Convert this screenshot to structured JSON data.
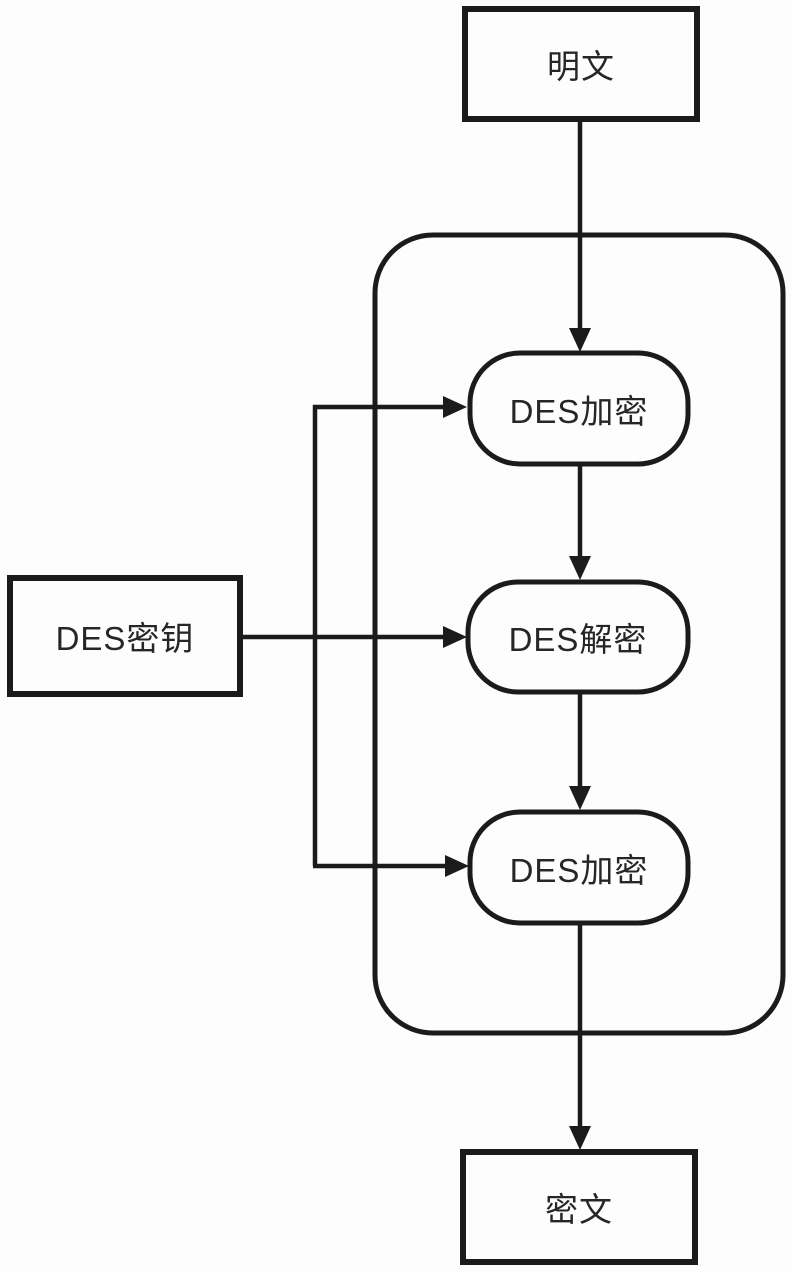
{
  "diagram": {
    "kind": "flowchart",
    "colors": {
      "stroke": "#1b1b1b",
      "text": "#262626",
      "background": "#fdfdfd"
    },
    "nodes": {
      "plaintext": {
        "label": "明文",
        "shape": "rectangle"
      },
      "des_key": {
        "label": "DES密钥",
        "shape": "rectangle"
      },
      "des_encrypt_1": {
        "label": "DES加密",
        "shape": "rounded"
      },
      "des_decrypt": {
        "label": "DES解密",
        "shape": "rounded"
      },
      "des_encrypt_2": {
        "label": "DES加密",
        "shape": "rounded"
      },
      "ciphertext": {
        "label": "密文",
        "shape": "rectangle"
      }
    },
    "container": {
      "contains": [
        "des_encrypt_1",
        "des_decrypt",
        "des_encrypt_2"
      ]
    },
    "edges": [
      {
        "from": "plaintext",
        "to": "des_encrypt_1"
      },
      {
        "from": "des_encrypt_1",
        "to": "des_decrypt"
      },
      {
        "from": "des_decrypt",
        "to": "des_encrypt_2"
      },
      {
        "from": "des_encrypt_2",
        "to": "ciphertext"
      },
      {
        "from": "des_key",
        "to": "des_encrypt_1"
      },
      {
        "from": "des_key",
        "to": "des_decrypt"
      },
      {
        "from": "des_key",
        "to": "des_encrypt_2"
      }
    ]
  }
}
